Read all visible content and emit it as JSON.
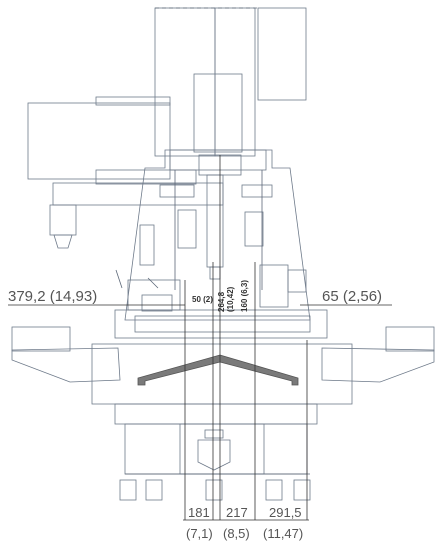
{
  "dimensions": {
    "left_height": "379,2 (14,93)",
    "right_height": "65 (2,56)",
    "inner_a": "50 (2)",
    "inner_b": "264,8",
    "inner_b2": "(10,42)",
    "inner_c": "160 (6,3)",
    "bottom": [
      {
        "value": "181",
        "inch": "(7,1)"
      },
      {
        "value": "217",
        "inch": "(8,5)"
      },
      {
        "value": "291,5",
        "inch": "(11,47)"
      }
    ]
  },
  "colors": {
    "body_fill": "#cfe0f7",
    "outline": "#6e7a8a",
    "chip_guard": "#7a7a7a"
  }
}
